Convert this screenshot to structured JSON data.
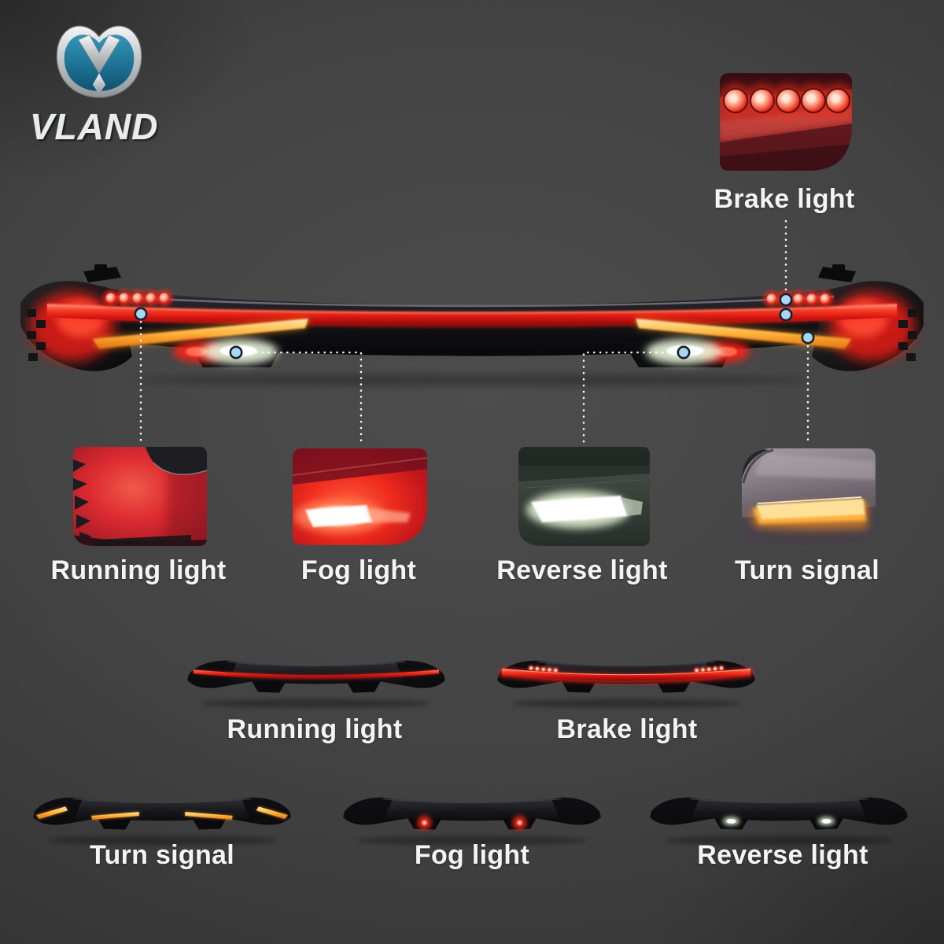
{
  "brand": {
    "name": "VLAND"
  },
  "callouts": {
    "brake": {
      "label": "Brake light"
    },
    "running": {
      "label": "Running light"
    },
    "fog": {
      "label": "Fog light"
    },
    "reverse": {
      "label": "Reverse light"
    },
    "turn": {
      "label": "Turn signal"
    }
  },
  "modes": {
    "running": {
      "label": "Running light"
    },
    "brake": {
      "label": "Brake light"
    },
    "turn": {
      "label": "Turn signal"
    },
    "fog": {
      "label": "Fog light"
    },
    "reverse": {
      "label": "Reverse light"
    }
  },
  "colors": {
    "label_text": "#f4f4f4",
    "marker_fill": "#a9d6f0",
    "marker_ring": "#15222e",
    "connector_dots": "#ffffff",
    "tail_red": "#f0251b",
    "turn_amber": "#ffa52b",
    "reverse_white": "#edf7e4",
    "fog_red": "#ff2a18",
    "logo_teal": "#1f7e9e",
    "logo_silver": "#d9dcde",
    "background_center": "#4b4b4b",
    "background_edge": "#2b2b2b"
  }
}
